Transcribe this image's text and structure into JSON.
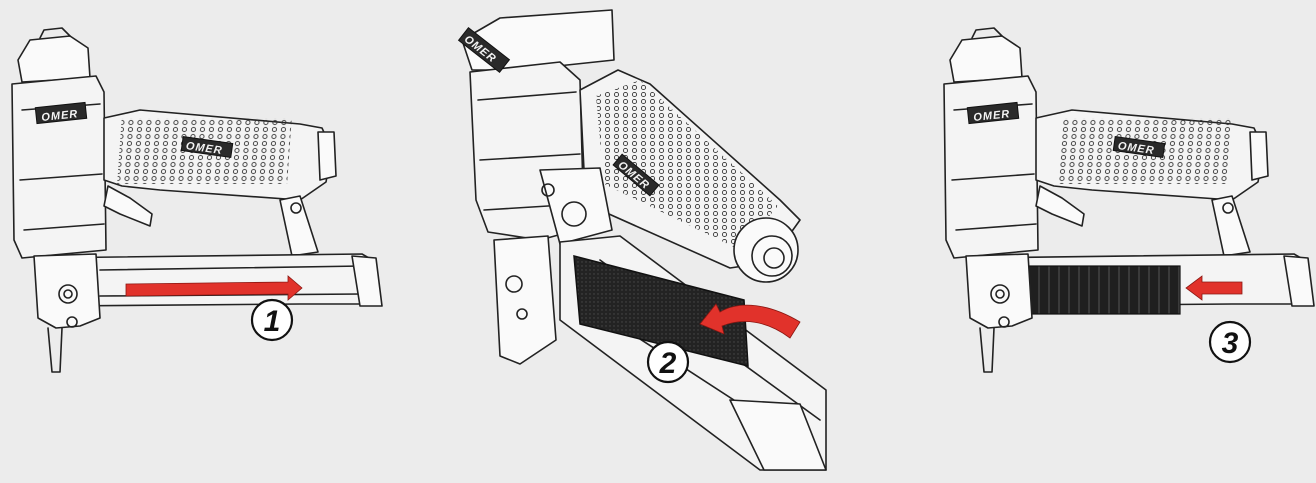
{
  "brand_text": "OMER",
  "steps": [
    {
      "label": "1",
      "action": "open magazine"
    },
    {
      "label": "2",
      "action": "insert staples"
    },
    {
      "label": "3",
      "action": "close magazine"
    }
  ],
  "colors": {
    "background": "#ececec",
    "arrow": "#e1322b",
    "staples": "#1f1f1f",
    "outline": "#222222"
  }
}
